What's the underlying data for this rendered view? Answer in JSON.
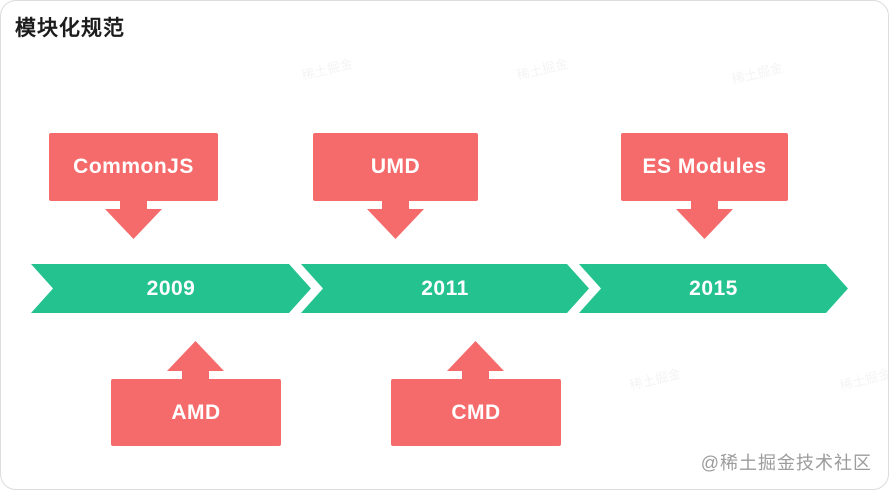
{
  "title": "模块化规范",
  "top_boxes": [
    {
      "label": "CommonJS"
    },
    {
      "label": "UMD"
    },
    {
      "label": "ES Modules"
    }
  ],
  "timeline": {
    "years": [
      {
        "label": "2009"
      },
      {
        "label": "2011"
      },
      {
        "label": "2015"
      }
    ]
  },
  "bottom_boxes": [
    {
      "label": "AMD"
    },
    {
      "label": "CMD"
    }
  ],
  "watermark": {
    "text": "@稀土掘金技术社区"
  },
  "faint_watermark": {
    "text": "稀土掘金"
  },
  "colors": {
    "accent-red": "#F56A6A",
    "accent-green": "#23C28E",
    "title-text": "#1C1C1C",
    "box-text": "#FFFFFF",
    "watermark-text": "#9C9C9C",
    "card-border": "#DCDCDC"
  }
}
